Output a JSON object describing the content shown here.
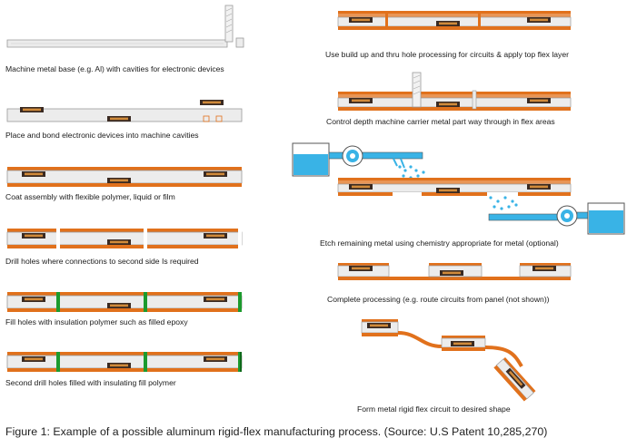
{
  "steps_left": [
    "Machine metal base (e.g. Al) with cavities for electronic devices",
    "Place and bond electronic devices into machine cavities",
    "Coat assembly with flexible polymer, liquid or film",
    "Drill holes where connections to second side Is required",
    "Fill holes with insulation polymer such as filled epoxy",
    "Second drill holes filled with insulating  fill polymer"
  ],
  "steps_right": [
    "Use build up and thru hole processing for circuits & apply top flex layer",
    "Control depth machine carrier metal part way through in flex areas",
    "Etch remaining metal using chemistry appropriate for metal (optional)",
    "Complete processing (e.g. route circuits from panel (not shown))",
    "Form metal rigid flex circuit to desired shape"
  ],
  "caption": "Figure 1: Example of a possible aluminum rigid-flex manufacturing process. (Source: U.S Patent 10,285,270)",
  "colors": {
    "polymer": "#e1711c",
    "device": "#3a2a22",
    "metal": "#e8e8e8",
    "fill_polymer": "#1c9a2e",
    "etchant": "#39b3e6"
  }
}
